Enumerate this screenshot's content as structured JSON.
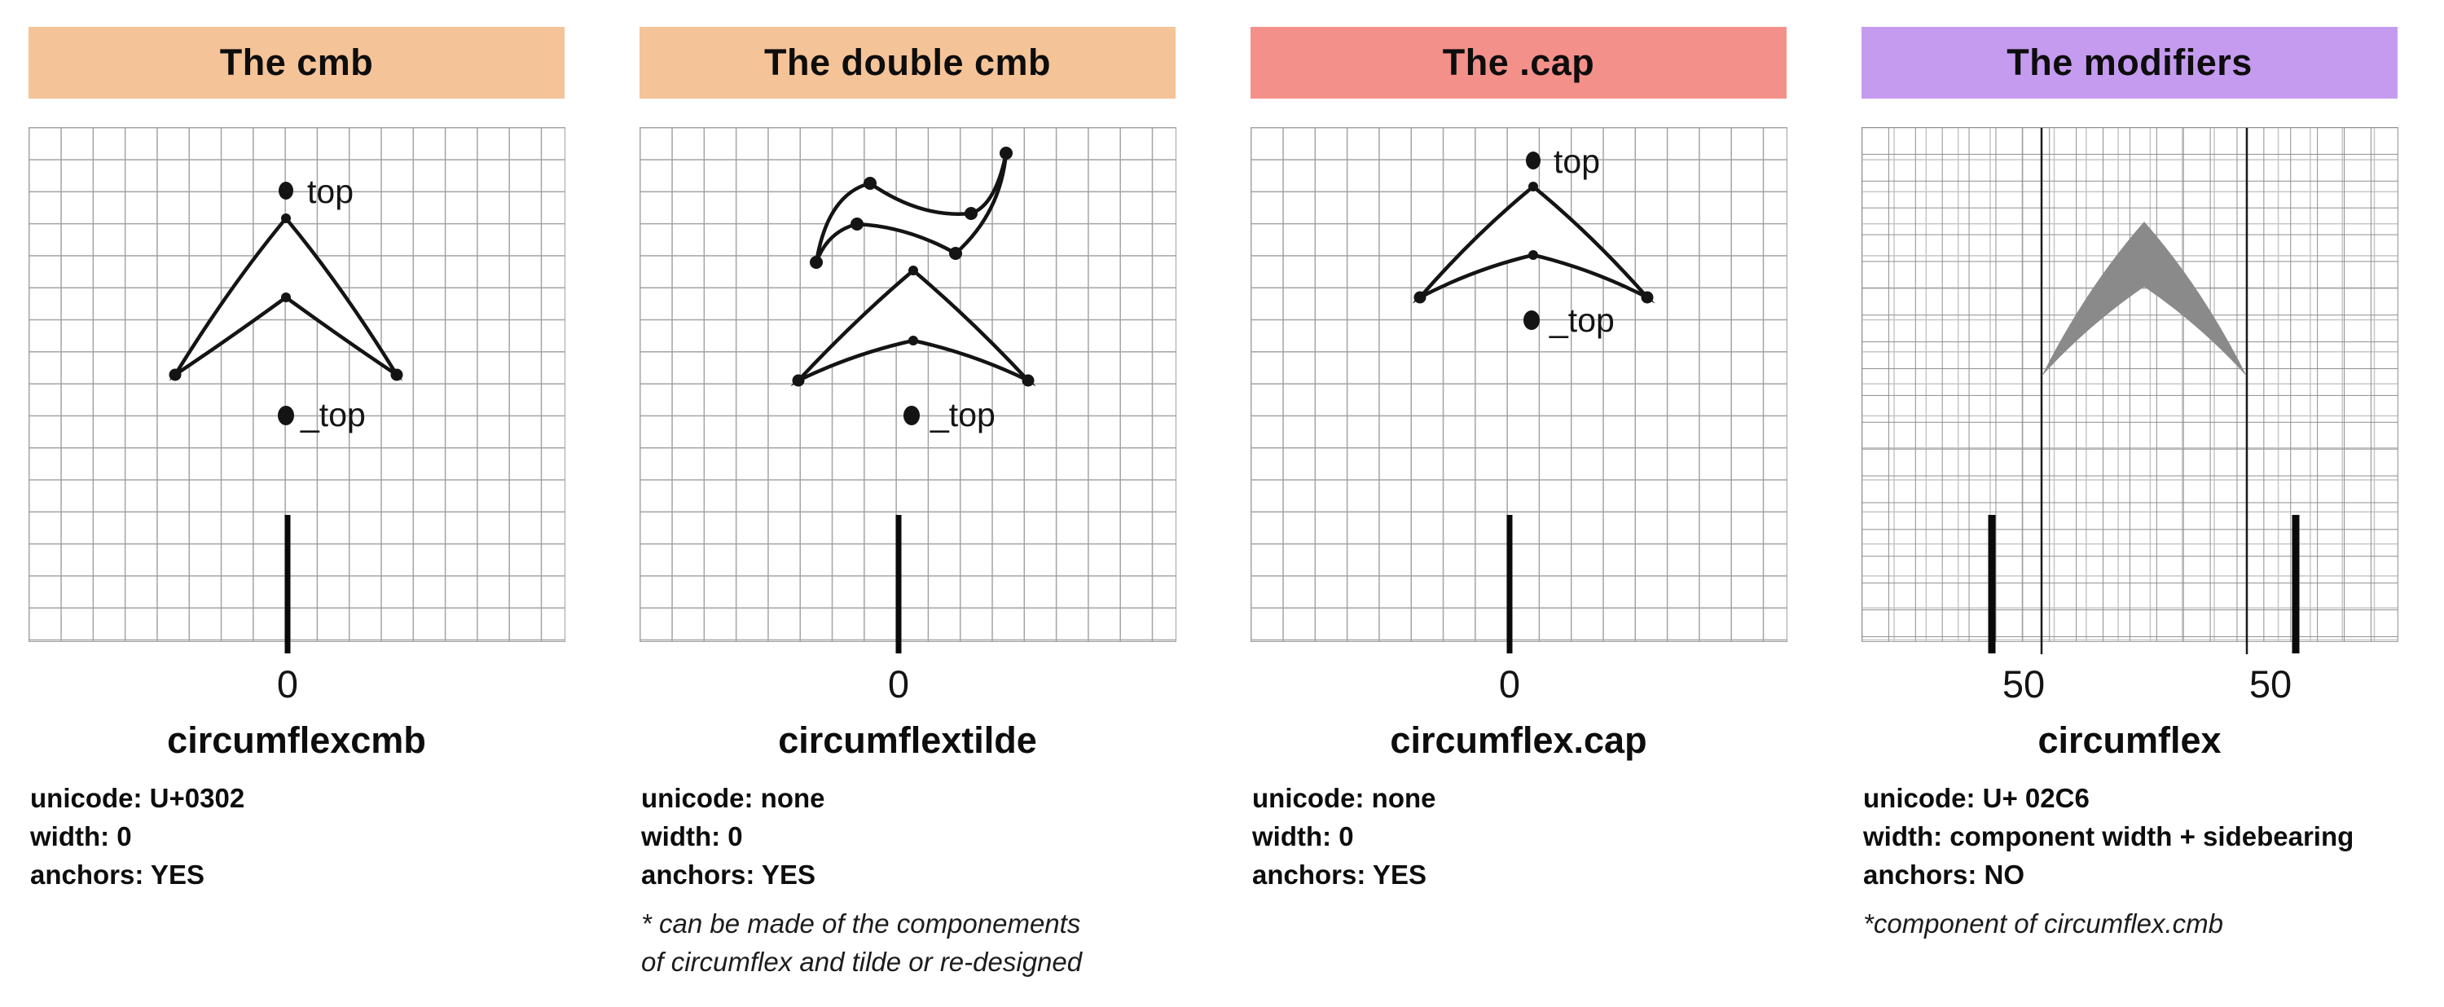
{
  "panels": [
    {
      "id": "cmb",
      "header": {
        "label": "The cmb",
        "color": "#f5c398"
      },
      "anchors": {
        "top": "top",
        "bottom": "_top"
      },
      "origin_label": "0",
      "glyph_name": "circumflexcmb",
      "metadata": [
        "unicode: U+0302",
        "width: 0",
        "anchors: YES"
      ]
    },
    {
      "id": "double-cmb",
      "header": {
        "label": "The double cmb",
        "color": "#f5c398"
      },
      "anchors": {
        "bottom": "_top"
      },
      "origin_label": "0",
      "glyph_name": "circumflextilde",
      "metadata": [
        "unicode: none",
        "width: 0",
        "anchors: YES"
      ],
      "footnote": [
        "* can be made of the componements",
        "of circumflex and tilde or re-designed"
      ]
    },
    {
      "id": "cap",
      "header": {
        "label": "The .cap",
        "color": "#f4908a"
      },
      "anchors": {
        "top": "top",
        "bottom": "_top"
      },
      "origin_label": "0",
      "glyph_name": "circumflex.cap",
      "metadata": [
        "unicode: none",
        "width: 0",
        "anchors: YES"
      ]
    },
    {
      "id": "modifiers",
      "header": {
        "label": "The modifiers",
        "color": "#c59bf0"
      },
      "sidebearing_labels": [
        "50",
        "50"
      ],
      "glyph_name": "circumflex",
      "glyph_color": "#8a8a8a",
      "metadata": [
        "unicode: U+ 02C6",
        "width: component width + sidebearing",
        "anchors: NO"
      ],
      "footnote": [
        "*component of circumflex.cmb"
      ]
    }
  ]
}
